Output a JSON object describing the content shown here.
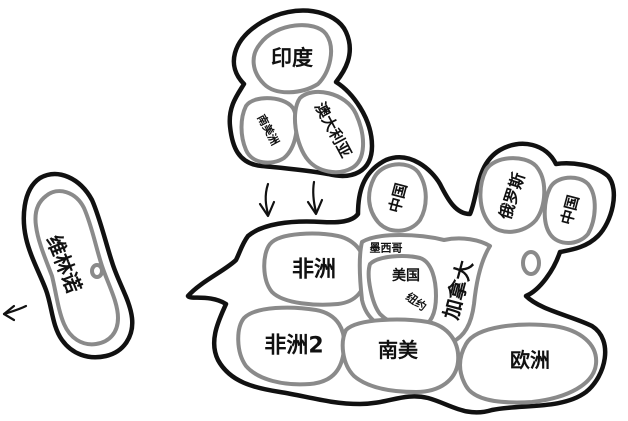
{
  "regions": {
    "india": "印度",
    "south_america_small": "南美洲",
    "australia": "澳大利亚",
    "china_1": "中国",
    "russia": "俄罗斯",
    "china_2": "中国",
    "africa": "非洲",
    "mexico": "墨西哥",
    "usa": "美国",
    "new_york": "纽约",
    "canada": "加拿大",
    "africa_2": "非洲2",
    "south_america": "南美",
    "europe": "欧洲",
    "vilino": "维林诺"
  },
  "colors": {
    "outline": "#111111",
    "inner_outline": "#8a8a8a",
    "land": "#ffffff"
  }
}
